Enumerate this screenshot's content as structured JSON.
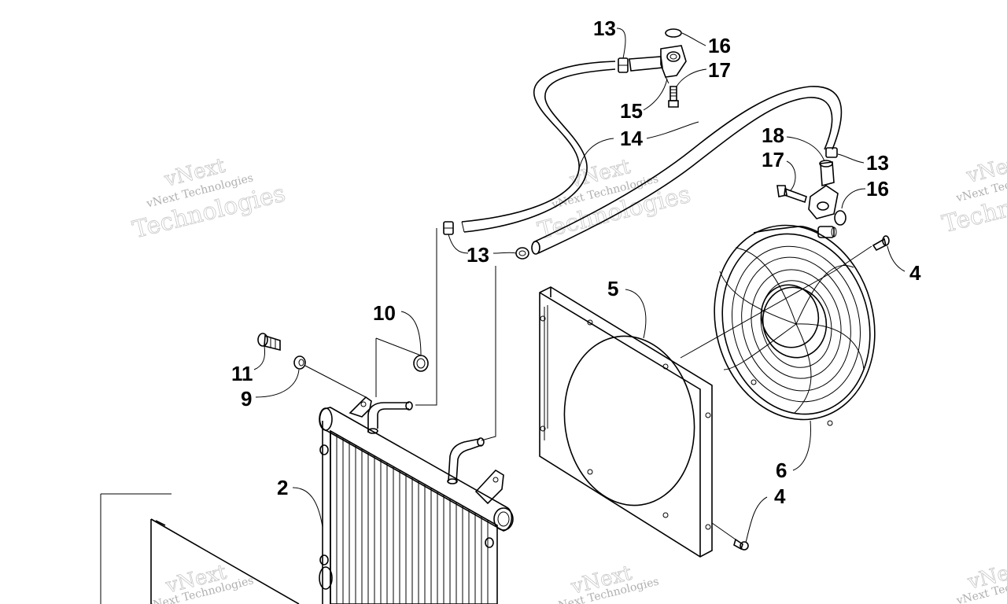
{
  "diagram": {
    "callouts": [
      {
        "id": "c13a",
        "label": "13"
      },
      {
        "id": "c16a",
        "label": "16"
      },
      {
        "id": "c17a",
        "label": "17"
      },
      {
        "id": "c15",
        "label": "15"
      },
      {
        "id": "c14",
        "label": "14"
      },
      {
        "id": "c18",
        "label": "18"
      },
      {
        "id": "c17b",
        "label": "17"
      },
      {
        "id": "c13b",
        "label": "13"
      },
      {
        "id": "c16b",
        "label": "16"
      },
      {
        "id": "c13c",
        "label": "13"
      },
      {
        "id": "c4a",
        "label": "4"
      },
      {
        "id": "c5",
        "label": "5"
      },
      {
        "id": "c10",
        "label": "10"
      },
      {
        "id": "c11",
        "label": "11"
      },
      {
        "id": "c9",
        "label": "9"
      },
      {
        "id": "c2",
        "label": "2"
      },
      {
        "id": "c6",
        "label": "6"
      },
      {
        "id": "c4b",
        "label": "4"
      }
    ]
  },
  "watermark": {
    "brand": "vNext",
    "company": "vNext Technologies",
    "word": "Technologies"
  }
}
